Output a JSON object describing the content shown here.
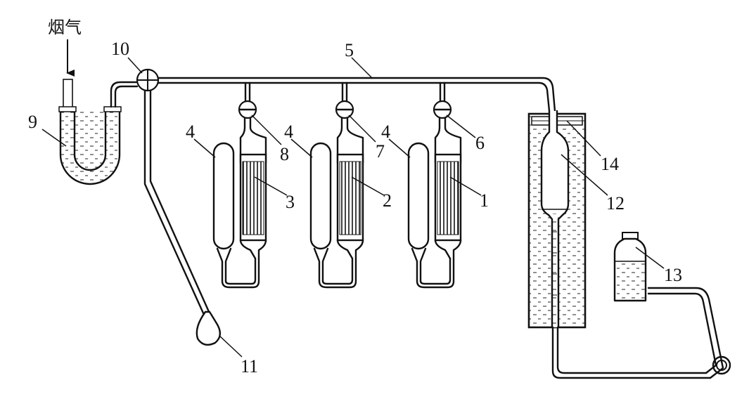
{
  "inlet_label": "烟气",
  "labels": {
    "n1": "1",
    "n2": "2",
    "n3": "3",
    "n4a": "4",
    "n4b": "4",
    "n4c": "4",
    "n5": "5",
    "n6": "6",
    "n7": "7",
    "n8": "8",
    "n9": "9",
    "n10": "10",
    "n11": "11",
    "n12": "12",
    "n13": "13",
    "n14": "14"
  }
}
